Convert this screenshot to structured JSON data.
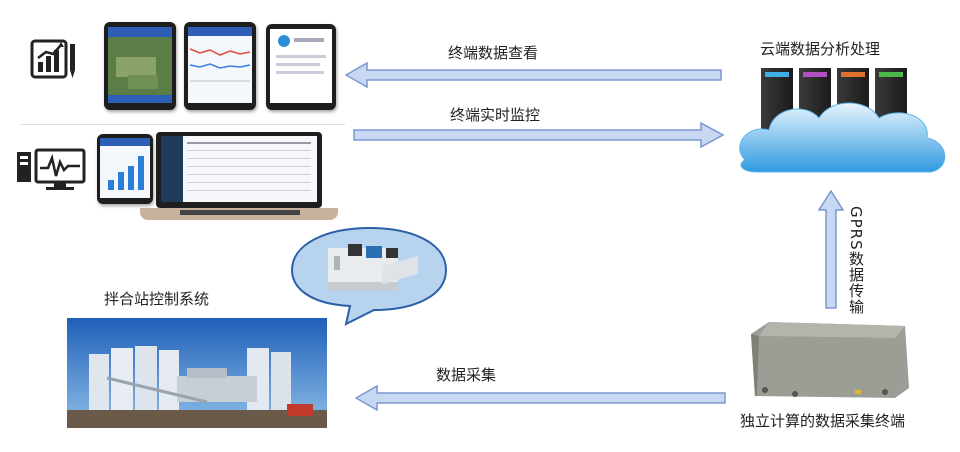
{
  "labels": {
    "terminal_view": "终端数据查看",
    "terminal_monitor": "终端实时监控",
    "cloud_processing": "云端数据分析处理",
    "gprs_transfer": "GPRS数据传输",
    "plant_control": "拌合站控制系统",
    "data_collection": "数据采集",
    "collector_terminal": "独立计算的数据采集终端"
  },
  "colors": {
    "arrow_fill": "#c9d8f2",
    "arrow_stroke": "#7b97cf",
    "cloud": "#45a9e6",
    "sky": "#2f6fc4"
  }
}
